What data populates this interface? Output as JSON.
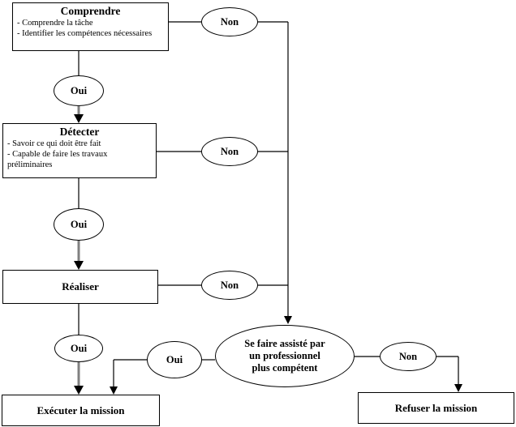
{
  "diagram": {
    "title": "Decision flowchart: accept or refuse a mission",
    "colors": {
      "background": "#ffffff",
      "line": "#000000",
      "thick_arrow_shaft": "#808080",
      "arrow_head": "#000000",
      "node_border": "#000000"
    },
    "nodes": {
      "comprendre": {
        "title": "Comprendre",
        "items": [
          "- Comprendre la tâche",
          "- Identifier les compétences nécessaires"
        ]
      },
      "detecter": {
        "title": "Détecter",
        "items": [
          "- Savoir ce qui doit être fait",
          "- Capable de faire les travaux préliminaires"
        ]
      },
      "realiser": {
        "title": "Réaliser"
      },
      "executer": {
        "title": "Exécuter la mission"
      },
      "refuser": {
        "title": "Refuser la mission"
      },
      "assiste": {
        "lines": [
          "Se faire assisté par",
          "un professionnel",
          "plus compétent"
        ]
      }
    },
    "labels": {
      "oui": "Oui",
      "non": "Non"
    }
  }
}
